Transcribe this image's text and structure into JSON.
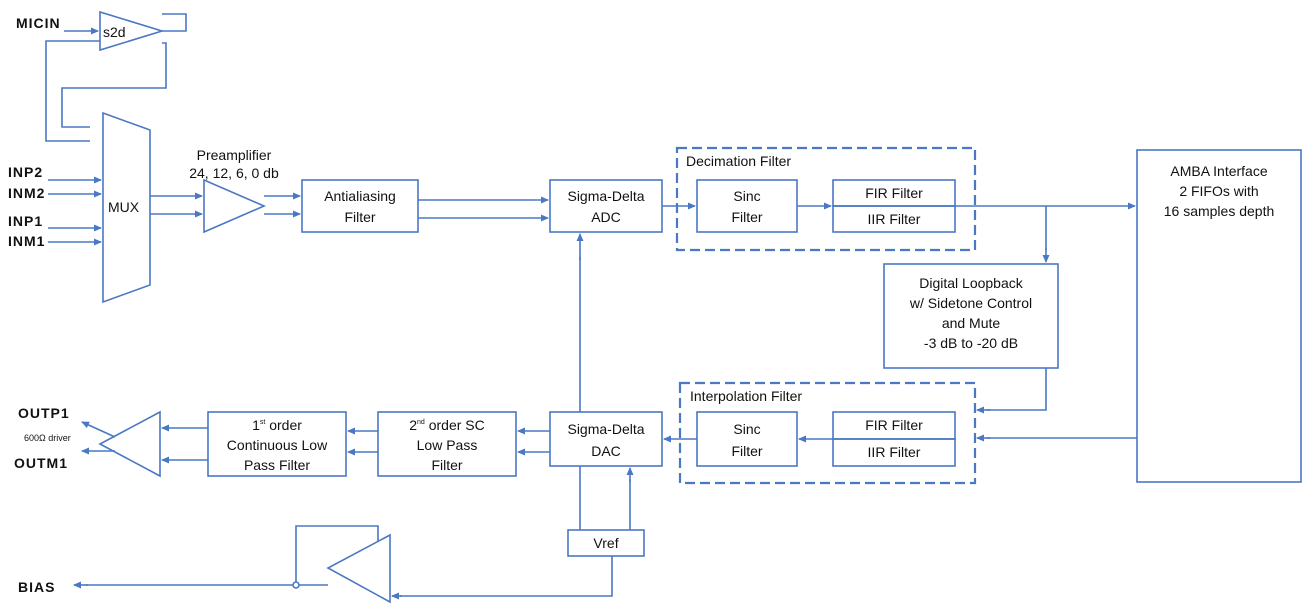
{
  "colors": {
    "line": "#4a78c4",
    "box": "#4a78c4",
    "text": "#111111",
    "background": "#ffffff"
  },
  "inputs": {
    "micin": "MICIN",
    "inp2": "INP2",
    "inm2": "INM2",
    "inp1": "INP1",
    "inm1": "INM1"
  },
  "outputs": {
    "outp1": "OUTP1",
    "outm1": "OUTM1",
    "bias": "BIAS"
  },
  "blocks": {
    "s2d": "s2d",
    "mux": "MUX",
    "preamp": {
      "title": "Preamplifier",
      "gains": "24, 12, 6, 0 db"
    },
    "antialiasing": {
      "line1": "Antialiasing",
      "line2": "Filter"
    },
    "adc": {
      "line1": "Sigma-Delta",
      "line2": "ADC"
    },
    "decimation": {
      "title": "Decimation Filter",
      "sinc_line1": "Sinc",
      "sinc_line2": "Filter",
      "fir": "FIR Filter",
      "iir": "IIR Filter"
    },
    "amba": {
      "line1": "AMBA Interface",
      "line2": "2 FIFOs with",
      "line3": "16 samples depth"
    },
    "loopback": {
      "line1": "Digital Loopback",
      "line2": "w/ Sidetone Control",
      "line3": "and Mute",
      "line4": "-3 dB to -20 dB"
    },
    "interpolation": {
      "title": "Interpolation Filter",
      "sinc_line1": "Sinc",
      "sinc_line2": "Filter",
      "fir": "FIR Filter",
      "iir": "IIR Filter"
    },
    "dac": {
      "line1": "Sigma-Delta",
      "line2": "DAC"
    },
    "sc_filter": {
      "order": "2",
      "sup": "nd",
      "line1_rest": " order SC",
      "line2": "Low Pass",
      "line3": "Filter"
    },
    "cont_filter": {
      "order": "1",
      "sup": "st",
      "line1_rest": " order",
      "line2": "Continuous Low",
      "line3": "Pass Filter"
    },
    "driver": "600Ω driver",
    "vref": "Vref"
  }
}
